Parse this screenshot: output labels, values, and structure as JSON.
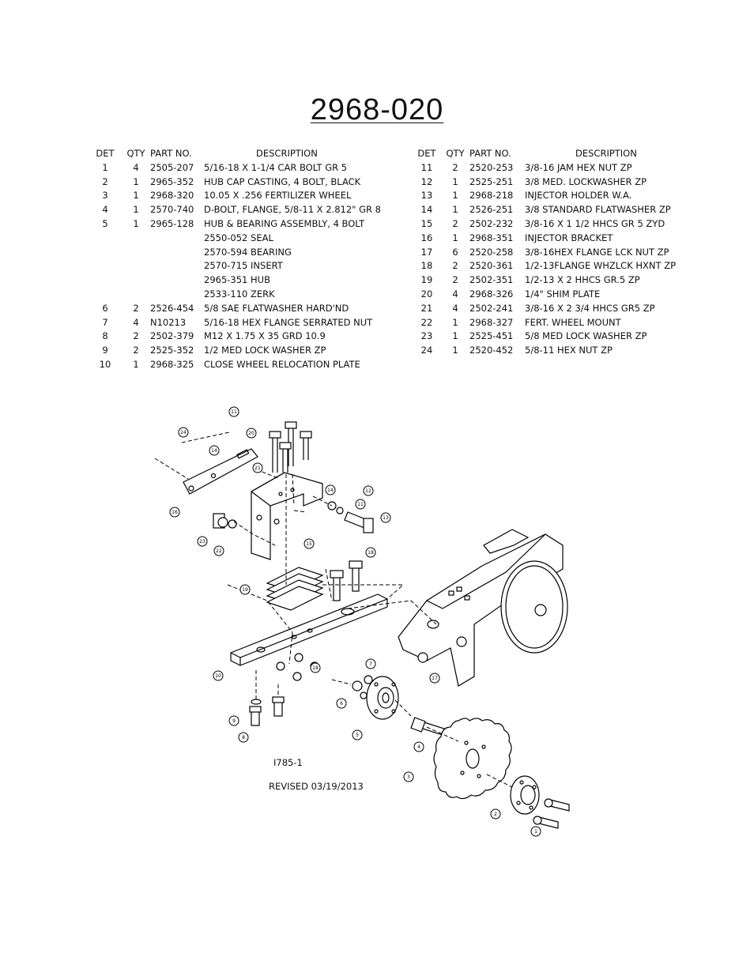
{
  "title": "2968-020",
  "headers": {
    "det": "DET",
    "qty": "QTY",
    "part": "PART NO.",
    "desc": "DESCRIPTION"
  },
  "left_rows": [
    {
      "det": "1",
      "qty": "4",
      "part": "2505-207",
      "desc": "5/16-18 X 1-1/4 CAR BOLT GR 5"
    },
    {
      "det": "2",
      "qty": "1",
      "part": "2965-352",
      "desc": "HUB CAP CASTING, 4 BOLT, BLACK"
    },
    {
      "det": "3",
      "qty": "1",
      "part": "2968-320",
      "desc": "10.05 X .256 FERTILIZER WHEEL"
    },
    {
      "det": "4",
      "qty": "1",
      "part": "2570-740",
      "desc": "D-BOLT, FLANGE, 5/8-11 X 2.812\" GR 8"
    },
    {
      "det": "5",
      "qty": "1",
      "part": "2965-128",
      "desc": "HUB & BEARING ASSEMBLY, 4 BOLT"
    },
    {
      "det": "",
      "qty": "",
      "part": "",
      "desc": "2550-052  SEAL"
    },
    {
      "det": "",
      "qty": "",
      "part": "",
      "desc": "2570-594  BEARING"
    },
    {
      "det": "",
      "qty": "",
      "part": "",
      "desc": "2570-715  INSERT"
    },
    {
      "det": "",
      "qty": "",
      "part": "",
      "desc": "2965-351  HUB"
    },
    {
      "det": "",
      "qty": "",
      "part": "",
      "desc": "2533-110  ZERK"
    },
    {
      "det": "6",
      "qty": "2",
      "part": "2526-454",
      "desc": "5/8 SAE FLATWASHER HARD'ND"
    },
    {
      "det": "7",
      "qty": "4",
      "part": "N10213",
      "desc": "5/16-18 HEX FLANGE SERRATED NUT"
    },
    {
      "det": "8",
      "qty": "2",
      "part": "2502-379",
      "desc": "M12 X 1.75 X 35 GRD 10.9"
    },
    {
      "det": "9",
      "qty": "2",
      "part": "2525-352",
      "desc": "1/2 MED LOCK WASHER ZP"
    },
    {
      "det": "10",
      "qty": "1",
      "part": "2968-325",
      "desc": "CLOSE WHEEL RELOCATION PLATE"
    }
  ],
  "right_rows": [
    {
      "det": "11",
      "qty": "2",
      "part": "2520-253",
      "desc": "3/8-16 JAM HEX NUT ZP"
    },
    {
      "det": "12",
      "qty": "1",
      "part": "2525-251",
      "desc": "3/8 MED. LOCKWASHER ZP"
    },
    {
      "det": "13",
      "qty": "1",
      "part": "2968-218",
      "desc": "INJECTOR HOLDER W.A."
    },
    {
      "det": "14",
      "qty": "1",
      "part": "2526-251",
      "desc": "3/8 STANDARD FLATWASHER ZP"
    },
    {
      "det": "15",
      "qty": "2",
      "part": "2502-232",
      "desc": "3/8-16 X 1 1/2 HHCS GR 5 ZYD"
    },
    {
      "det": "16",
      "qty": "1",
      "part": "2968-351",
      "desc": "INJECTOR BRACKET"
    },
    {
      "det": "17",
      "qty": "6",
      "part": "2520-258",
      "desc": "3/8-16HEX FLANGE LCK NUT ZP"
    },
    {
      "det": "18",
      "qty": "2",
      "part": "2520-361",
      "desc": "1/2-13FLANGE WHZLCK HXNT ZP"
    },
    {
      "det": "19",
      "qty": "2",
      "part": "2502-351",
      "desc": "1/2-13 X 2 HHCS GR.5 ZP"
    },
    {
      "det": "20",
      "qty": "4",
      "part": "2968-326",
      "desc": "1/4\" SHIM PLATE"
    },
    {
      "det": "21",
      "qty": "4",
      "part": "2502-241",
      "desc": "3/8-16 X 2 3/4 HHCS GR5 ZP"
    },
    {
      "det": "22",
      "qty": "1",
      "part": "2968-327",
      "desc": "FERT. WHEEL MOUNT"
    },
    {
      "det": "23",
      "qty": "1",
      "part": "2525-451",
      "desc": "5/8 MED LOCK WASHER ZP"
    },
    {
      "det": "24",
      "qty": "1",
      "part": "2520-452",
      "desc": "5/8-11 HEX NUT ZP"
    }
  ],
  "drawing_id": "I785-1",
  "revised": "REVISED 03/19/2013",
  "balloons": [
    "1",
    "2",
    "3",
    "4",
    "5",
    "6",
    "7",
    "8",
    "9",
    "10",
    "11",
    "11",
    "12",
    "13",
    "14",
    "14",
    "15",
    "16",
    "17",
    "18",
    "18",
    "19",
    "20",
    "21",
    "22",
    "23",
    "24"
  ]
}
